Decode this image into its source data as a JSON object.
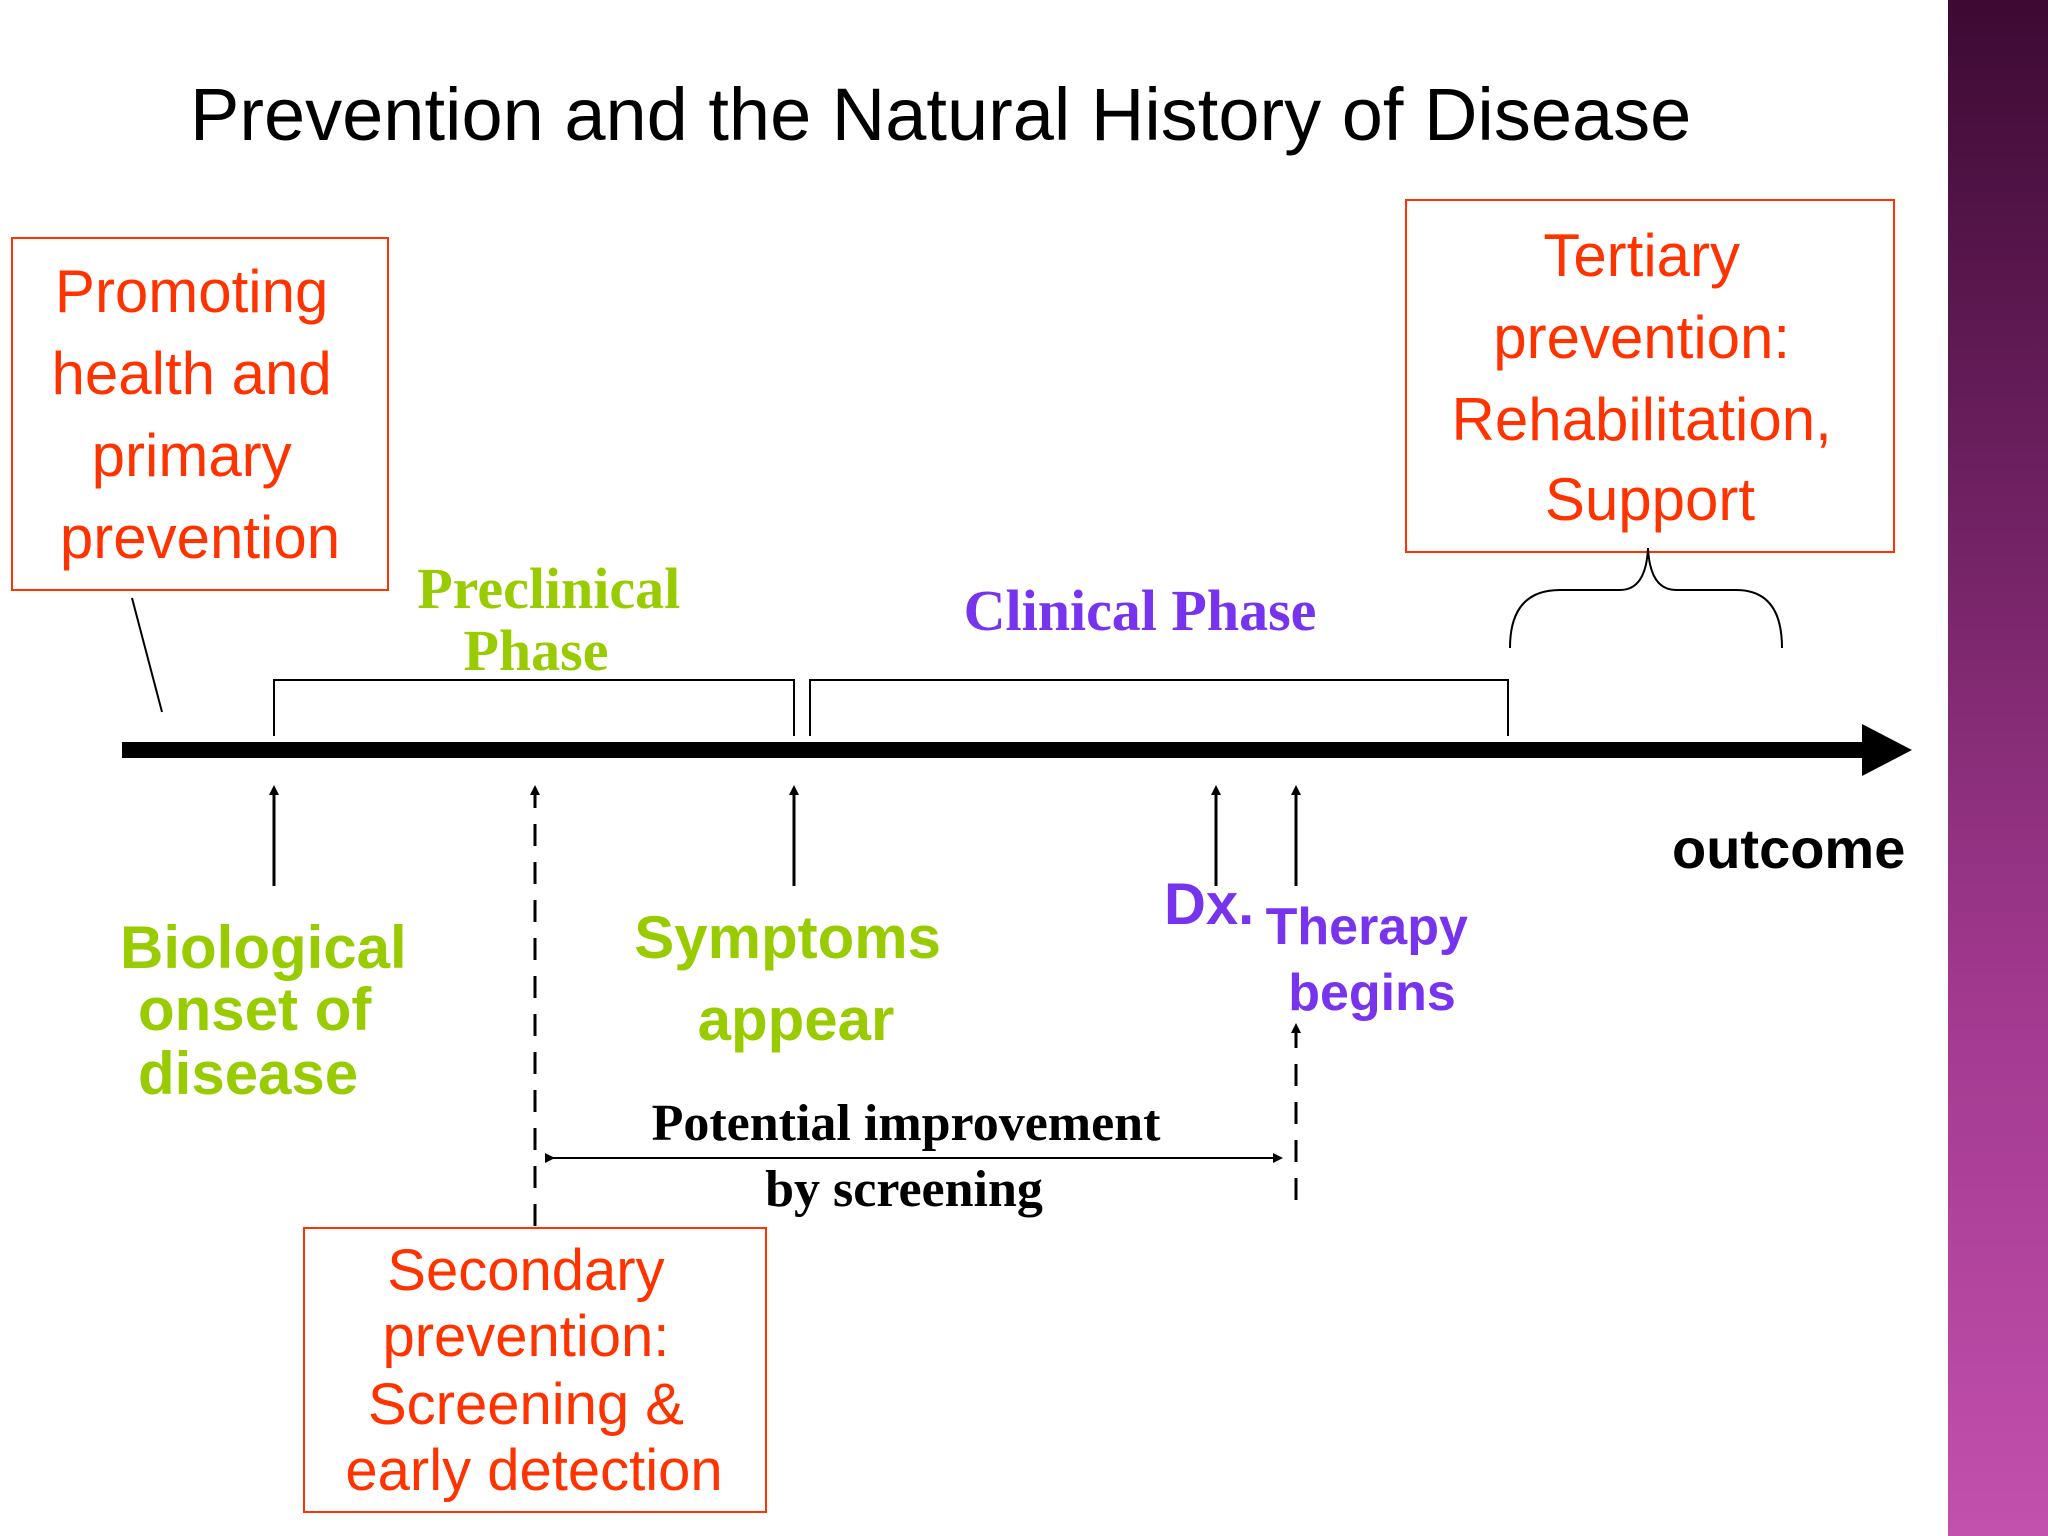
{
  "title": "Prevention and the Natural History of Disease",
  "boxes": {
    "primary": [
      "Promoting",
      "health and",
      "primary",
      "prevention"
    ],
    "tertiary": [
      "Tertiary",
      "prevention:",
      "Rehabilitation,",
      "Support"
    ],
    "secondary": [
      "Secondary",
      "prevention:",
      "Screening &",
      "early detection"
    ]
  },
  "phases": {
    "preclinical": [
      "Preclinical",
      "Phase"
    ],
    "clinical": "Clinical Phase"
  },
  "events": {
    "biological_onset": [
      "Biological",
      "onset of",
      "disease"
    ],
    "symptoms": [
      "Symptoms",
      "appear"
    ],
    "dx": "Dx.",
    "therapy": [
      "Therapy",
      "begins"
    ],
    "outcome": "outcome"
  },
  "screening_note": [
    "Potential improvement",
    "by screening"
  ],
  "colors": {
    "red": "#ff3300",
    "green": "#99cc00",
    "purple": "#7733ee",
    "black": "#000000",
    "side_band_top": "#3d0a33",
    "side_band_bottom": "#c250ad"
  }
}
